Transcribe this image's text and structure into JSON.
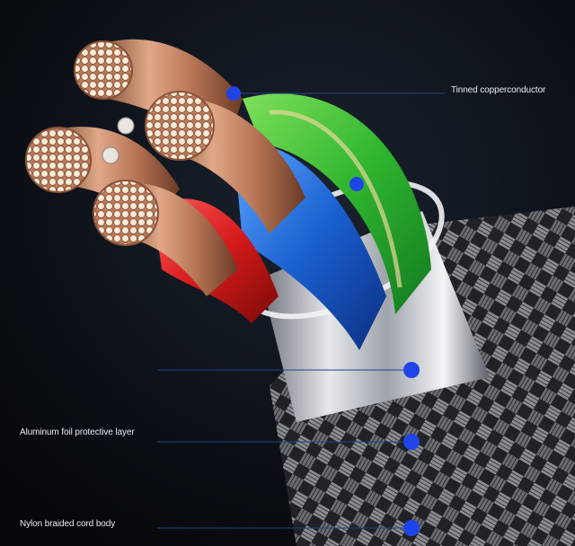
{
  "labels": {
    "copper": "Tinned copperconductor",
    "foil": "Aluminum foil protective layer",
    "nylon": "Nylon braided cord body"
  },
  "colors": {
    "background": "#07090d",
    "marker": "#1f45e8",
    "leader_line": "#2a3f8a",
    "red_insulation": "#d41a1a",
    "blue_insulation": "#1a5fd0",
    "green_insulation": "#2fb52f",
    "copper": "#c98a66"
  }
}
